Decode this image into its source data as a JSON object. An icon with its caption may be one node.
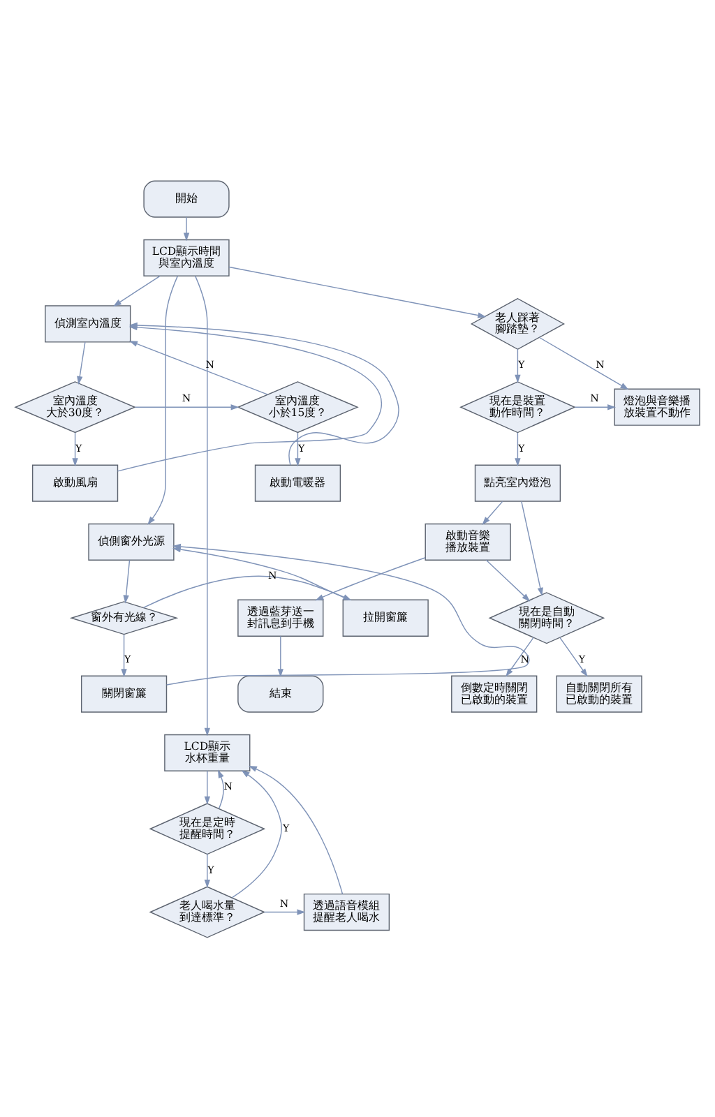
{
  "diagram": {
    "nodes": [
      {
        "text": [
          "開始"
        ]
      },
      {
        "text": [
          "LCD顯示時間與室內溫度"
        ]
      },
      {
        "text": [
          "老人踩著腳踏墊？"
        ]
      },
      {
        "text": [
          "現在是裝置動作時間？"
        ]
      },
      {
        "text": [
          "燈泡與音樂播放裝置不動作"
        ]
      },
      {
        "text": [
          "點亮室內燈泡"
        ]
      },
      {
        "text": [
          "啟動音樂播放裝置"
        ]
      },
      {
        "text": [
          "現在是自動關閉時間？"
        ]
      },
      {
        "text": [
          "倒數定時關閉已啟動的裝置"
        ]
      },
      {
        "text": [
          "自動關閉所有已啟動的裝置"
        ]
      },
      {
        "text": [
          "透過藍芽送一封訊息到手機"
        ]
      },
      {
        "text": [
          "結束"
        ]
      },
      {
        "text": [
          "偵測室內溫度"
        ]
      },
      {
        "text": [
          "室內溫度大於30度？"
        ]
      },
      {
        "text": [
          "室內溫度小於15度？"
        ]
      },
      {
        "text": [
          "啟動風扇"
        ]
      },
      {
        "text": [
          "啟動電暖器"
        ]
      },
      {
        "text": [
          "偵側窗外光源"
        ]
      },
      {
        "text": [
          "窗外有光線？"
        ]
      },
      {
        "text": [
          "拉開窗簾"
        ]
      },
      {
        "text": [
          "關閉窗簾"
        ]
      },
      {
        "text": [
          "LCD顯示水杯重量"
        ]
      },
      {
        "text": [
          "現在是定時提醒時間？"
        ]
      },
      {
        "text": [
          "老人喝水量到達標準？"
        ]
      },
      {
        "text": [
          "透過語音模組提醒老人喝水"
        ]
      }
    ],
    "edges": [
      {
        "from": 0,
        "to": 1,
        "arrow": "to"
      },
      {
        "from": 1,
        "to": 12,
        "arrow": "to"
      },
      {
        "from": 1,
        "to": 17,
        "arrow": "to"
      },
      {
        "from": 1,
        "to": 21,
        "arrow": "to"
      },
      {
        "from": 1,
        "to": 2,
        "arrow": "to"
      },
      {
        "from": 2,
        "to": 3,
        "arrow": "to",
        "label": "Y"
      },
      {
        "from": 2,
        "to": 4,
        "arrow": "to",
        "label": "N"
      },
      {
        "from": 3,
        "to": 4,
        "arrow": "to",
        "label": "N"
      },
      {
        "from": 3,
        "to": 5,
        "arrow": "to",
        "label": "Y"
      },
      {
        "from": 5,
        "to": 6,
        "arrow": "to"
      },
      {
        "from": 5,
        "to": 7,
        "arrow": "to"
      },
      {
        "from": 6,
        "to": 7,
        "arrow": "to"
      },
      {
        "from": 6,
        "to": 10,
        "arrow": "to"
      },
      {
        "from": 7,
        "to": 8,
        "arrow": "to",
        "label": "N"
      },
      {
        "from": 7,
        "to": 9,
        "arrow": "to",
        "label": "Y"
      },
      {
        "from": 10,
        "to": 11,
        "arrow": "to"
      },
      {
        "from": 12,
        "to": 13,
        "arrow": "to"
      },
      {
        "from": 13,
        "to": 14,
        "arrow": "to",
        "label": "N"
      },
      {
        "from": 13,
        "to": 15,
        "arrow": "to",
        "label": "Y"
      },
      {
        "from": 14,
        "to": 16,
        "arrow": "to",
        "label": "Y"
      },
      {
        "from": 14,
        "to": 12,
        "arrow": "to",
        "label": "N"
      },
      {
        "from": 15,
        "to": 12,
        "arrow": "to"
      },
      {
        "from": 16,
        "to": 12,
        "arrow": "to"
      },
      {
        "from": 17,
        "to": 18,
        "arrow": "to"
      },
      {
        "from": 18,
        "to": 19,
        "arrow": "to",
        "label": "N"
      },
      {
        "from": 18,
        "to": 20,
        "arrow": "to",
        "label": "Y"
      },
      {
        "from": 19,
        "to": 17,
        "arrow": "to"
      },
      {
        "from": 20,
        "to": 17,
        "arrow": "to"
      },
      {
        "from": 21,
        "to": 22,
        "arrow": "to"
      },
      {
        "from": 22,
        "to": 21,
        "arrow": "to",
        "label": "N"
      },
      {
        "from": 22,
        "to": 23,
        "arrow": "to",
        "label": "Y"
      },
      {
        "from": 23,
        "to": 24,
        "arrow": "to",
        "label": "N"
      },
      {
        "from": 23,
        "to": 21,
        "arrow": "to",
        "label": "Y"
      },
      {
        "from": 24,
        "to": 21,
        "arrow": "to"
      }
    ]
  }
}
